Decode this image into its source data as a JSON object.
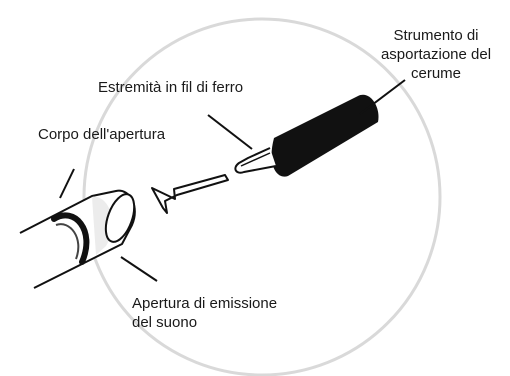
{
  "labels": {
    "tool_line1": "Strumento di",
    "tool_line2": "asportazione del",
    "tool_line3": "cerume",
    "wire_tip": "Estremità in fil di ferro",
    "opening_body": "Corpo dell'apertura",
    "sound_line1": "Apertura di emissione",
    "sound_line2": "del suono"
  },
  "colors": {
    "circle_stroke": "#d9d9d9",
    "ink": "#111111",
    "tube_highlight": "#ececec"
  },
  "icons": {
    "arrow": "hollow-arrow-left"
  }
}
